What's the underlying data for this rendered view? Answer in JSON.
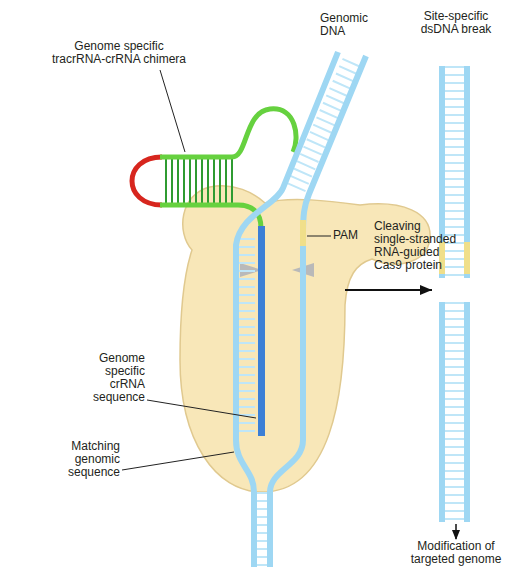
{
  "diagram": {
    "nodes": [
      {
        "text": [
          "Cleaving single-stranded RNA-guided Cas9 protein"
        ]
      },
      {
        "text": [
          "Site-specific dsDNA break"
        ]
      }
    ],
    "edges": [
      {
        "from": 0,
        "to": 1,
        "arrow": "to"
      }
    ],
    "labels": [
      "Genomic DNA",
      "Genome specific tracrRNA-crRNA chimera",
      "PAM",
      "Genome specific crRNA sequence",
      "Matching genomic sequence",
      "Modification of targeted genome"
    ]
  }
}
